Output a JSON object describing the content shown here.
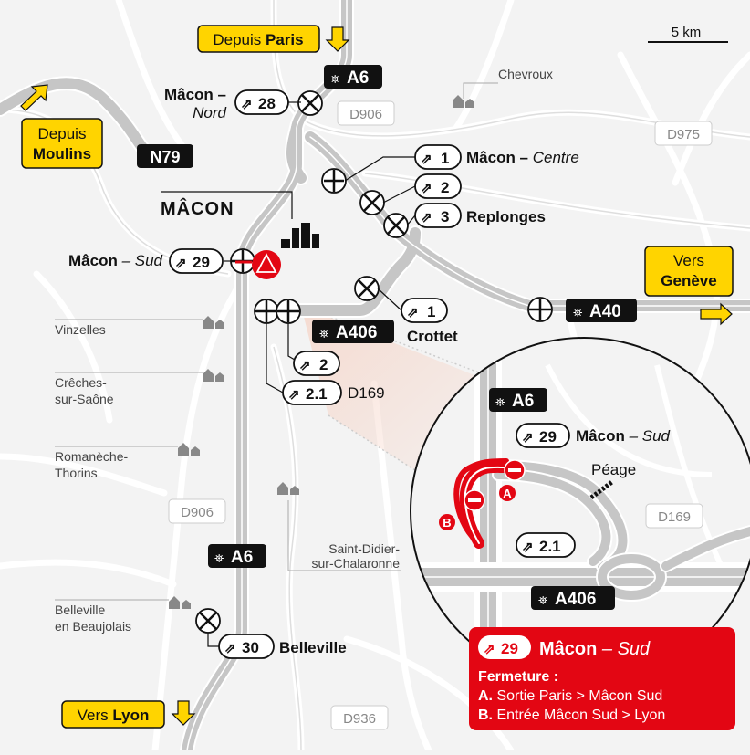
{
  "scale": "5 km",
  "directions": {
    "from_paris": {
      "pre": "Depuis ",
      "name": "Paris"
    },
    "from_moulins": {
      "pre": "Depuis",
      "name": "Moulins"
    },
    "to_geneve": {
      "pre": "Vers",
      "name": "Genève"
    },
    "to_lyon": {
      "pre": "Vers ",
      "name": "Lyon"
    }
  },
  "roads": {
    "a6_top": "A6",
    "a6_bottom": "A6",
    "a40": "A40",
    "a406": "A406",
    "n79": "N79",
    "d906_top": "D906",
    "d906_bottom": "D906",
    "d975": "D975",
    "d936": "D936",
    "d169": "D169"
  },
  "exits": {
    "e28": {
      "num": "28",
      "city": "Mâcon –",
      "sub": "Nord"
    },
    "e29": {
      "num": "29",
      "city": "Mâcon",
      "sub": " – Sud"
    },
    "e1": {
      "num": "1",
      "city": "Mâcon – ",
      "sub": "Centre"
    },
    "e2": {
      "num": "2"
    },
    "e3": {
      "num": "3",
      "city": "Replonges"
    },
    "e1b": {
      "num": "1",
      "city": "Crottet"
    },
    "e2b": {
      "num": "2"
    },
    "e21": {
      "num": "2.1",
      "city": "D169"
    },
    "e30": {
      "num": "30",
      "city": "Belleville"
    }
  },
  "city": "MÂCON",
  "towns": {
    "chevroux": "Chevroux",
    "vinzelles": "Vinzelles",
    "creches1": "Crêches-",
    "creches2": "sur-Saône",
    "roman1": "Romanèche-",
    "roman2": "Thorins",
    "saintdidier1": "Saint-Didier-",
    "saintdidier2": "sur-Chalaronne",
    "belleville1": "Belleville",
    "belleville2": "en Beaujolais"
  },
  "inset": {
    "a6": "A6",
    "a406": "A406",
    "d169": "D169",
    "exit29": {
      "num": "29",
      "city": "Mâcon",
      "sub": " – Sud"
    },
    "exit21": {
      "num": "2.1"
    },
    "peage": "Péage",
    "marker_a": "A",
    "marker_b": "B"
  },
  "notice": {
    "num": "29",
    "title": "Mâcon",
    "title_sub": " – Sud",
    "heading": "Fermeture :",
    "lines": [
      {
        "key": "A.",
        "text": " Sortie Paris > Mâcon Sud"
      },
      {
        "key": "B.",
        "text": " Entrée Mâcon Sud > Lyon"
      }
    ]
  },
  "colors": {
    "highway": "#c6c6c6",
    "highway_edge": "#ffffff",
    "secondary": "#dcdcdc",
    "yellow": "#ffd400",
    "red": "#e30613",
    "black": "#111111"
  }
}
